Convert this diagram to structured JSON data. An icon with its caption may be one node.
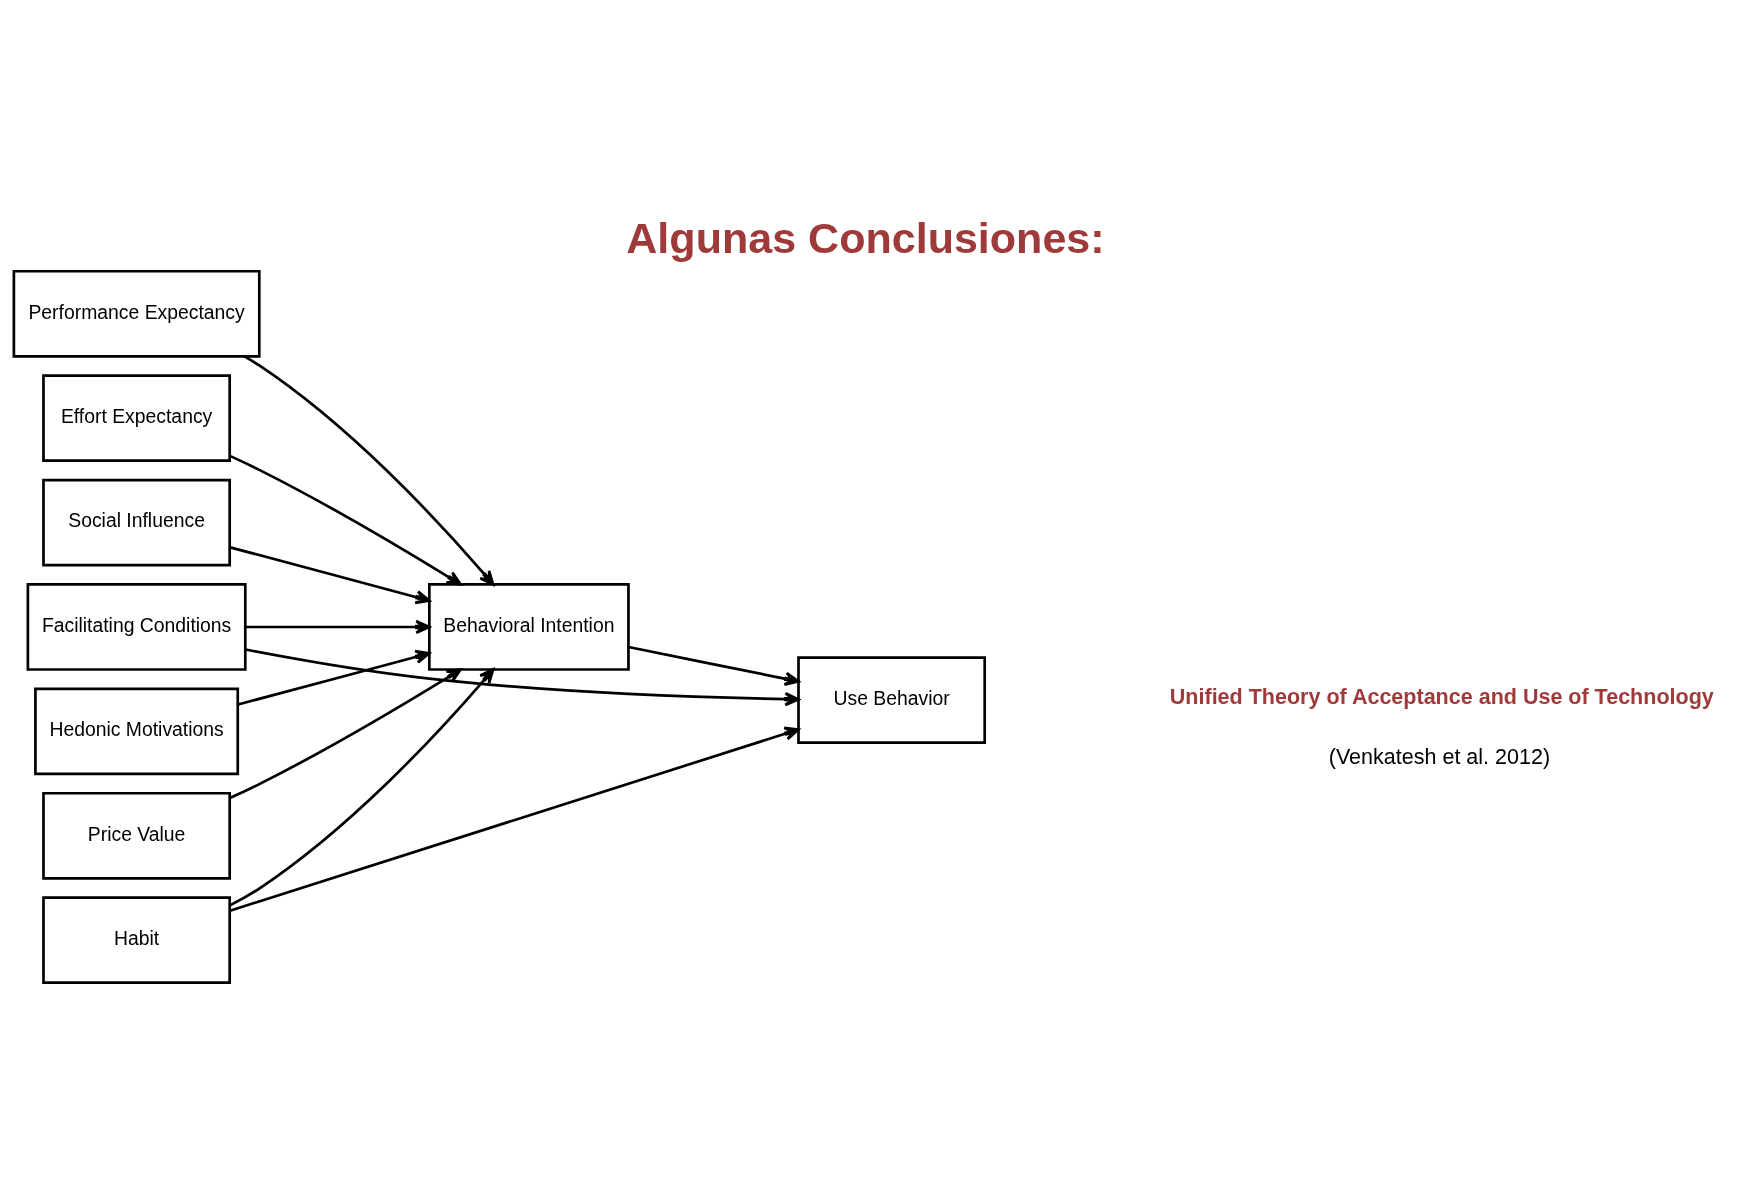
{
  "diagram": {
    "title": "Algunas Conclusiones:",
    "nodes": [
      {
        "text": [
          "Performance Expectancy"
        ]
      },
      {
        "text": [
          "Effort Expectancy"
        ]
      },
      {
        "text": [
          "Social Influence"
        ]
      },
      {
        "text": [
          "Facilitating Conditions"
        ]
      },
      {
        "text": [
          "Hedonic Motivations"
        ]
      },
      {
        "text": [
          "Price Value"
        ]
      },
      {
        "text": [
          "Habit"
        ]
      },
      {
        "text": [
          "Behavioral Intention"
        ]
      },
      {
        "text": [
          "Use Behavior"
        ]
      }
    ],
    "edges": [
      {
        "from": 0,
        "to": 7,
        "arrow": "to"
      },
      {
        "from": 1,
        "to": 7,
        "arrow": "to"
      },
      {
        "from": 2,
        "to": 7,
        "arrow": "to"
      },
      {
        "from": 3,
        "to": 7,
        "arrow": "to"
      },
      {
        "from": 4,
        "to": 7,
        "arrow": "to"
      },
      {
        "from": 5,
        "to": 7,
        "arrow": "to"
      },
      {
        "from": 6,
        "to": 7,
        "arrow": "to"
      },
      {
        "from": 7,
        "to": 8,
        "arrow": "to"
      },
      {
        "from": 3,
        "to": 8,
        "arrow": "to"
      },
      {
        "from": 6,
        "to": 8,
        "arrow": "to"
      }
    ],
    "labels": [
      "Unified Theory of Acceptance and Use of Technology",
      "(Venkatesh et al. 2012)"
    ]
  }
}
